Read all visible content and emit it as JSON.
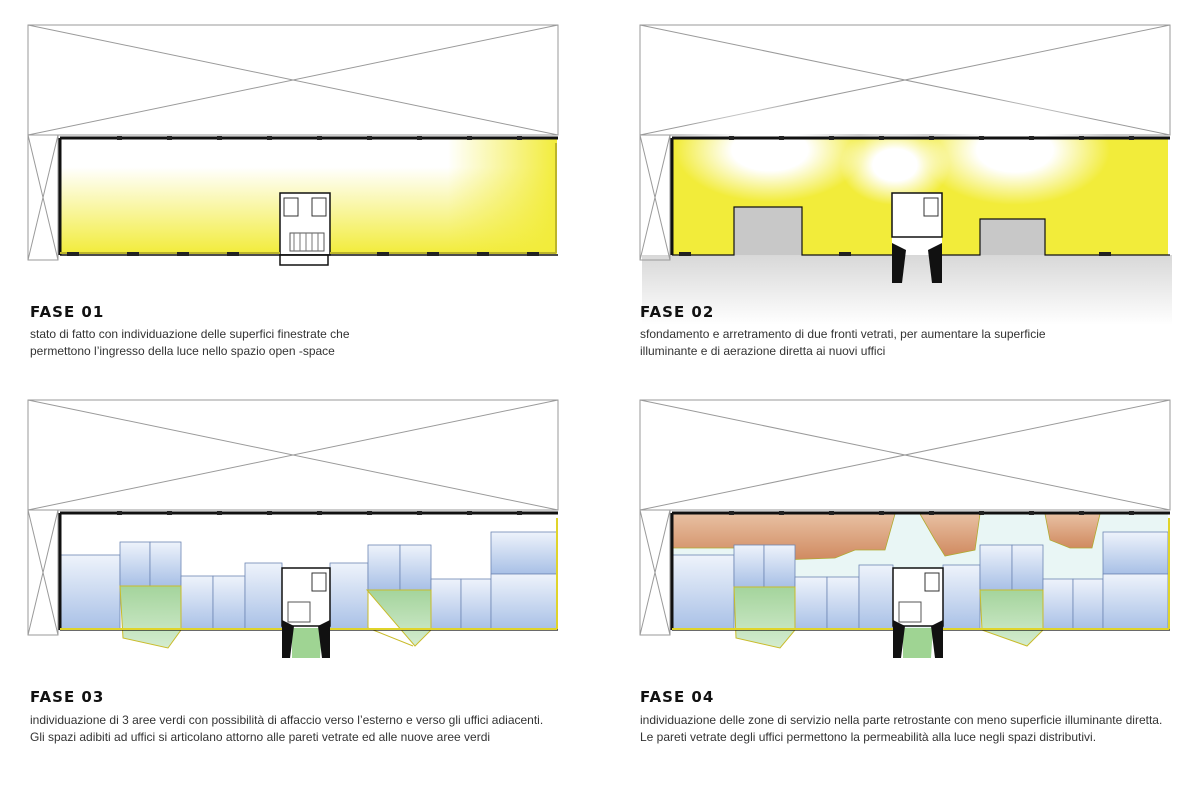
{
  "colors": {
    "light": "#f2ec3a",
    "office": "#a8c0e6",
    "green": "#b9e0b3",
    "service": "#d89a72",
    "distribution": "#e9f6f5",
    "wall": "#111111",
    "guide": "#9a9a9a"
  },
  "panels": [
    {
      "title": "FASE 01",
      "lines": [
        "stato di fatto con individuazione delle superfici finestrate che",
        "permettono l’ingresso della luce nello spazio open -space"
      ]
    },
    {
      "title": "FASE 02",
      "lines": [
        "sfondamento e arretramento di due fronti vetrati, per  aumentare la superficie",
        "illuminante e di aerazione diretta ai nuovi uffici"
      ]
    },
    {
      "title": "FASE 03",
      "lines": [
        "individuazione di 3 aree verdi con possibilità di affaccio verso l’esterno e verso gli uffici adiacenti.",
        "Gli spazi adibiti ad uffici si articolano attorno alle pareti vetrate ed alle nuove aree verdi"
      ]
    },
    {
      "title": "FASE 04",
      "lines": [
        "individuazione delle zone di servizio nella parte retrostante con meno superficie illuminante diretta.",
        "Le pareti vetrate degli uffici permettono la permeabilità alla luce negli spazi distributivi."
      ]
    }
  ]
}
